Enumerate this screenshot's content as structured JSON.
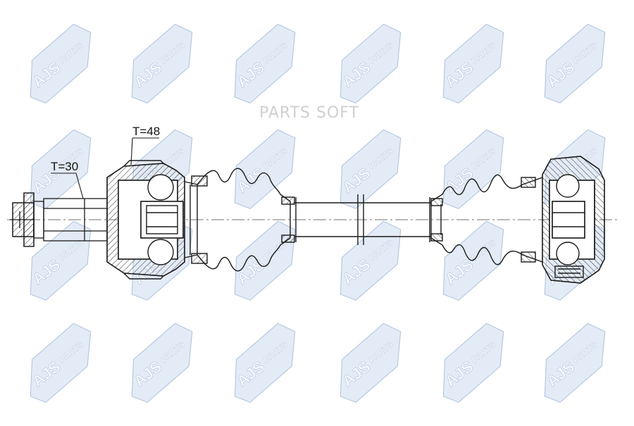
{
  "watermark": {
    "brand": "AJS",
    "sub": "PARTS",
    "color": "#dfe8f5",
    "stroke": "#9fb7d8"
  },
  "overlay_text": "PARTS SOFT",
  "dimension_labels": {
    "left_spline": "T=30",
    "inner_joint": "T=48"
  },
  "drawing": {
    "line_color": "#1a1a1a",
    "hatch_color": "#333333"
  }
}
